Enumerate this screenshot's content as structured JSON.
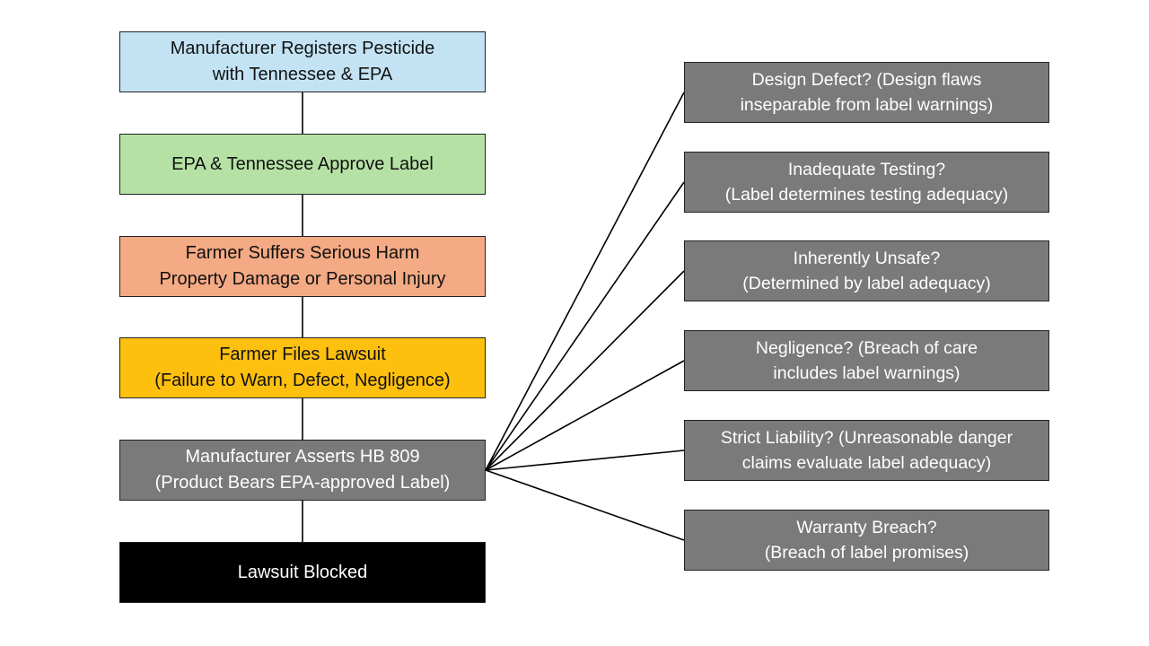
{
  "diagram": {
    "type": "flowchart",
    "main_flow": [
      {
        "id": "register",
        "text": "Manufacturer Registers Pesticide\nwith Tennessee & EPA",
        "fill": "#c3e3f4",
        "text_color": "#111111"
      },
      {
        "id": "approve",
        "text": "EPA & Tennessee Approve Label",
        "fill": "#b5e2a4",
        "text_color": "#111111"
      },
      {
        "id": "harm",
        "text": "Farmer Suffers Serious Harm\nProperty Damage or Personal Injury",
        "fill": "#f4aa84",
        "text_color": "#111111"
      },
      {
        "id": "lawsuit",
        "text": "Farmer Files Lawsuit\n(Failure to Warn, Defect, Negligence)",
        "fill": "#fdc00f",
        "text_color": "#111111"
      },
      {
        "id": "assert",
        "text": "Manufacturer Asserts HB 809\n(Product Bears EPA-approved Label)",
        "fill": "#7a7a7a",
        "text_color": "#ffffff"
      },
      {
        "id": "blocked",
        "text": "Lawsuit Blocked",
        "fill": "#000000",
        "text_color": "#ffffff"
      }
    ],
    "branches_from": "assert",
    "branches": [
      {
        "id": "design-defect",
        "text": "Design Defect? (Design flaws\ninseparable from label warnings)"
      },
      {
        "id": "inadequate-testing",
        "text": "Inadequate Testing?\n(Label determines testing adequacy)"
      },
      {
        "id": "inherently-unsafe",
        "text": "Inherently Unsafe?\n(Determined by label adequacy)"
      },
      {
        "id": "negligence",
        "text": "Negligence? (Breach of care\nincludes label warnings)"
      },
      {
        "id": "strict-liability",
        "text": "Strict Liability? (Unreasonable danger\nclaims evaluate label adequacy)"
      },
      {
        "id": "warranty-breach",
        "text": "Warranty Breach?\n(Breach of label promises)"
      }
    ],
    "branch_fill": "#7a7a7a",
    "connector_color": "#000000"
  }
}
